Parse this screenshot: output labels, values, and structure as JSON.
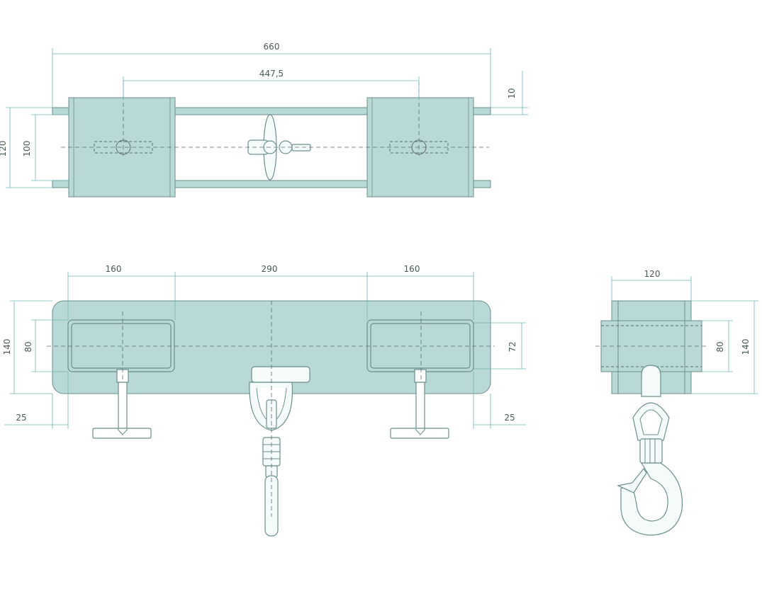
{
  "colors": {
    "body_fill": "#b9d9d6",
    "outline": "#6a8f8c",
    "dimension": "#6fb7b2",
    "text": "#4a5a5a"
  },
  "top_view": {
    "dims": {
      "overall_length": "660",
      "hole_spacing": "447,5",
      "rail_thickness": "10",
      "outer_width": "120",
      "inner_width": "100"
    }
  },
  "front_view": {
    "dims": {
      "left_block": "160",
      "middle_span": "290",
      "right_block": "160",
      "height": "140",
      "window_height": "80",
      "right_window_height": "72",
      "left_offset": "25",
      "right_offset": "25"
    }
  },
  "side_view": {
    "dims": {
      "width": "120",
      "inner_height": "80",
      "height": "140"
    }
  }
}
